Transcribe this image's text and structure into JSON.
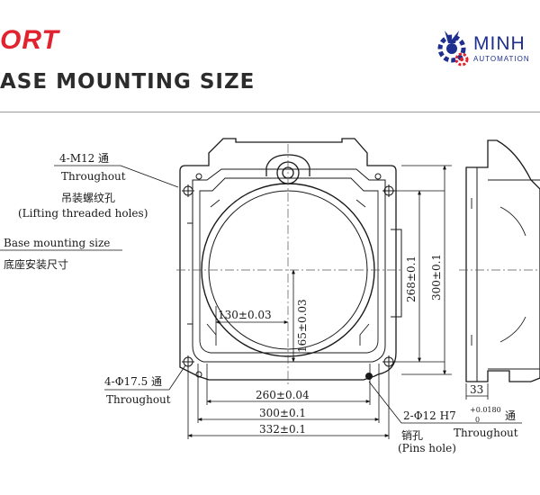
{
  "header": {
    "brand": "ORT",
    "title": "ASE MOUNTING SIZE",
    "logo": {
      "name": "MINH",
      "sub": "AUTOMATION"
    }
  },
  "labels": {
    "m12": "4-M12 通",
    "m12_through": "Throughout",
    "lifting_cn": "吊装螺纹孔",
    "lifting_en": "(Lifting threaded holes)",
    "base_en": "Base mounting size",
    "base_cn": "底座安装尺寸",
    "hole175": "4-Φ17.5 通",
    "hole175_through": "Throughout",
    "pin": "2-Φ12 H7",
    "pin_tol_upper": "+0.0180",
    "pin_tol_lower": "0",
    "pin_through_cn": "通",
    "pin_through_en": "Throughout",
    "pin_cn": "销孔",
    "pin_en": "(Pins hole)"
  },
  "dimensions": {
    "d130": "130±0.03",
    "d165": "165±0.03",
    "d260": "260±0.04",
    "d300h": "300±0.1",
    "d332": "332±0.1",
    "d268": "268±0.1",
    "d300v": "300±0.1",
    "d33": "33"
  }
}
